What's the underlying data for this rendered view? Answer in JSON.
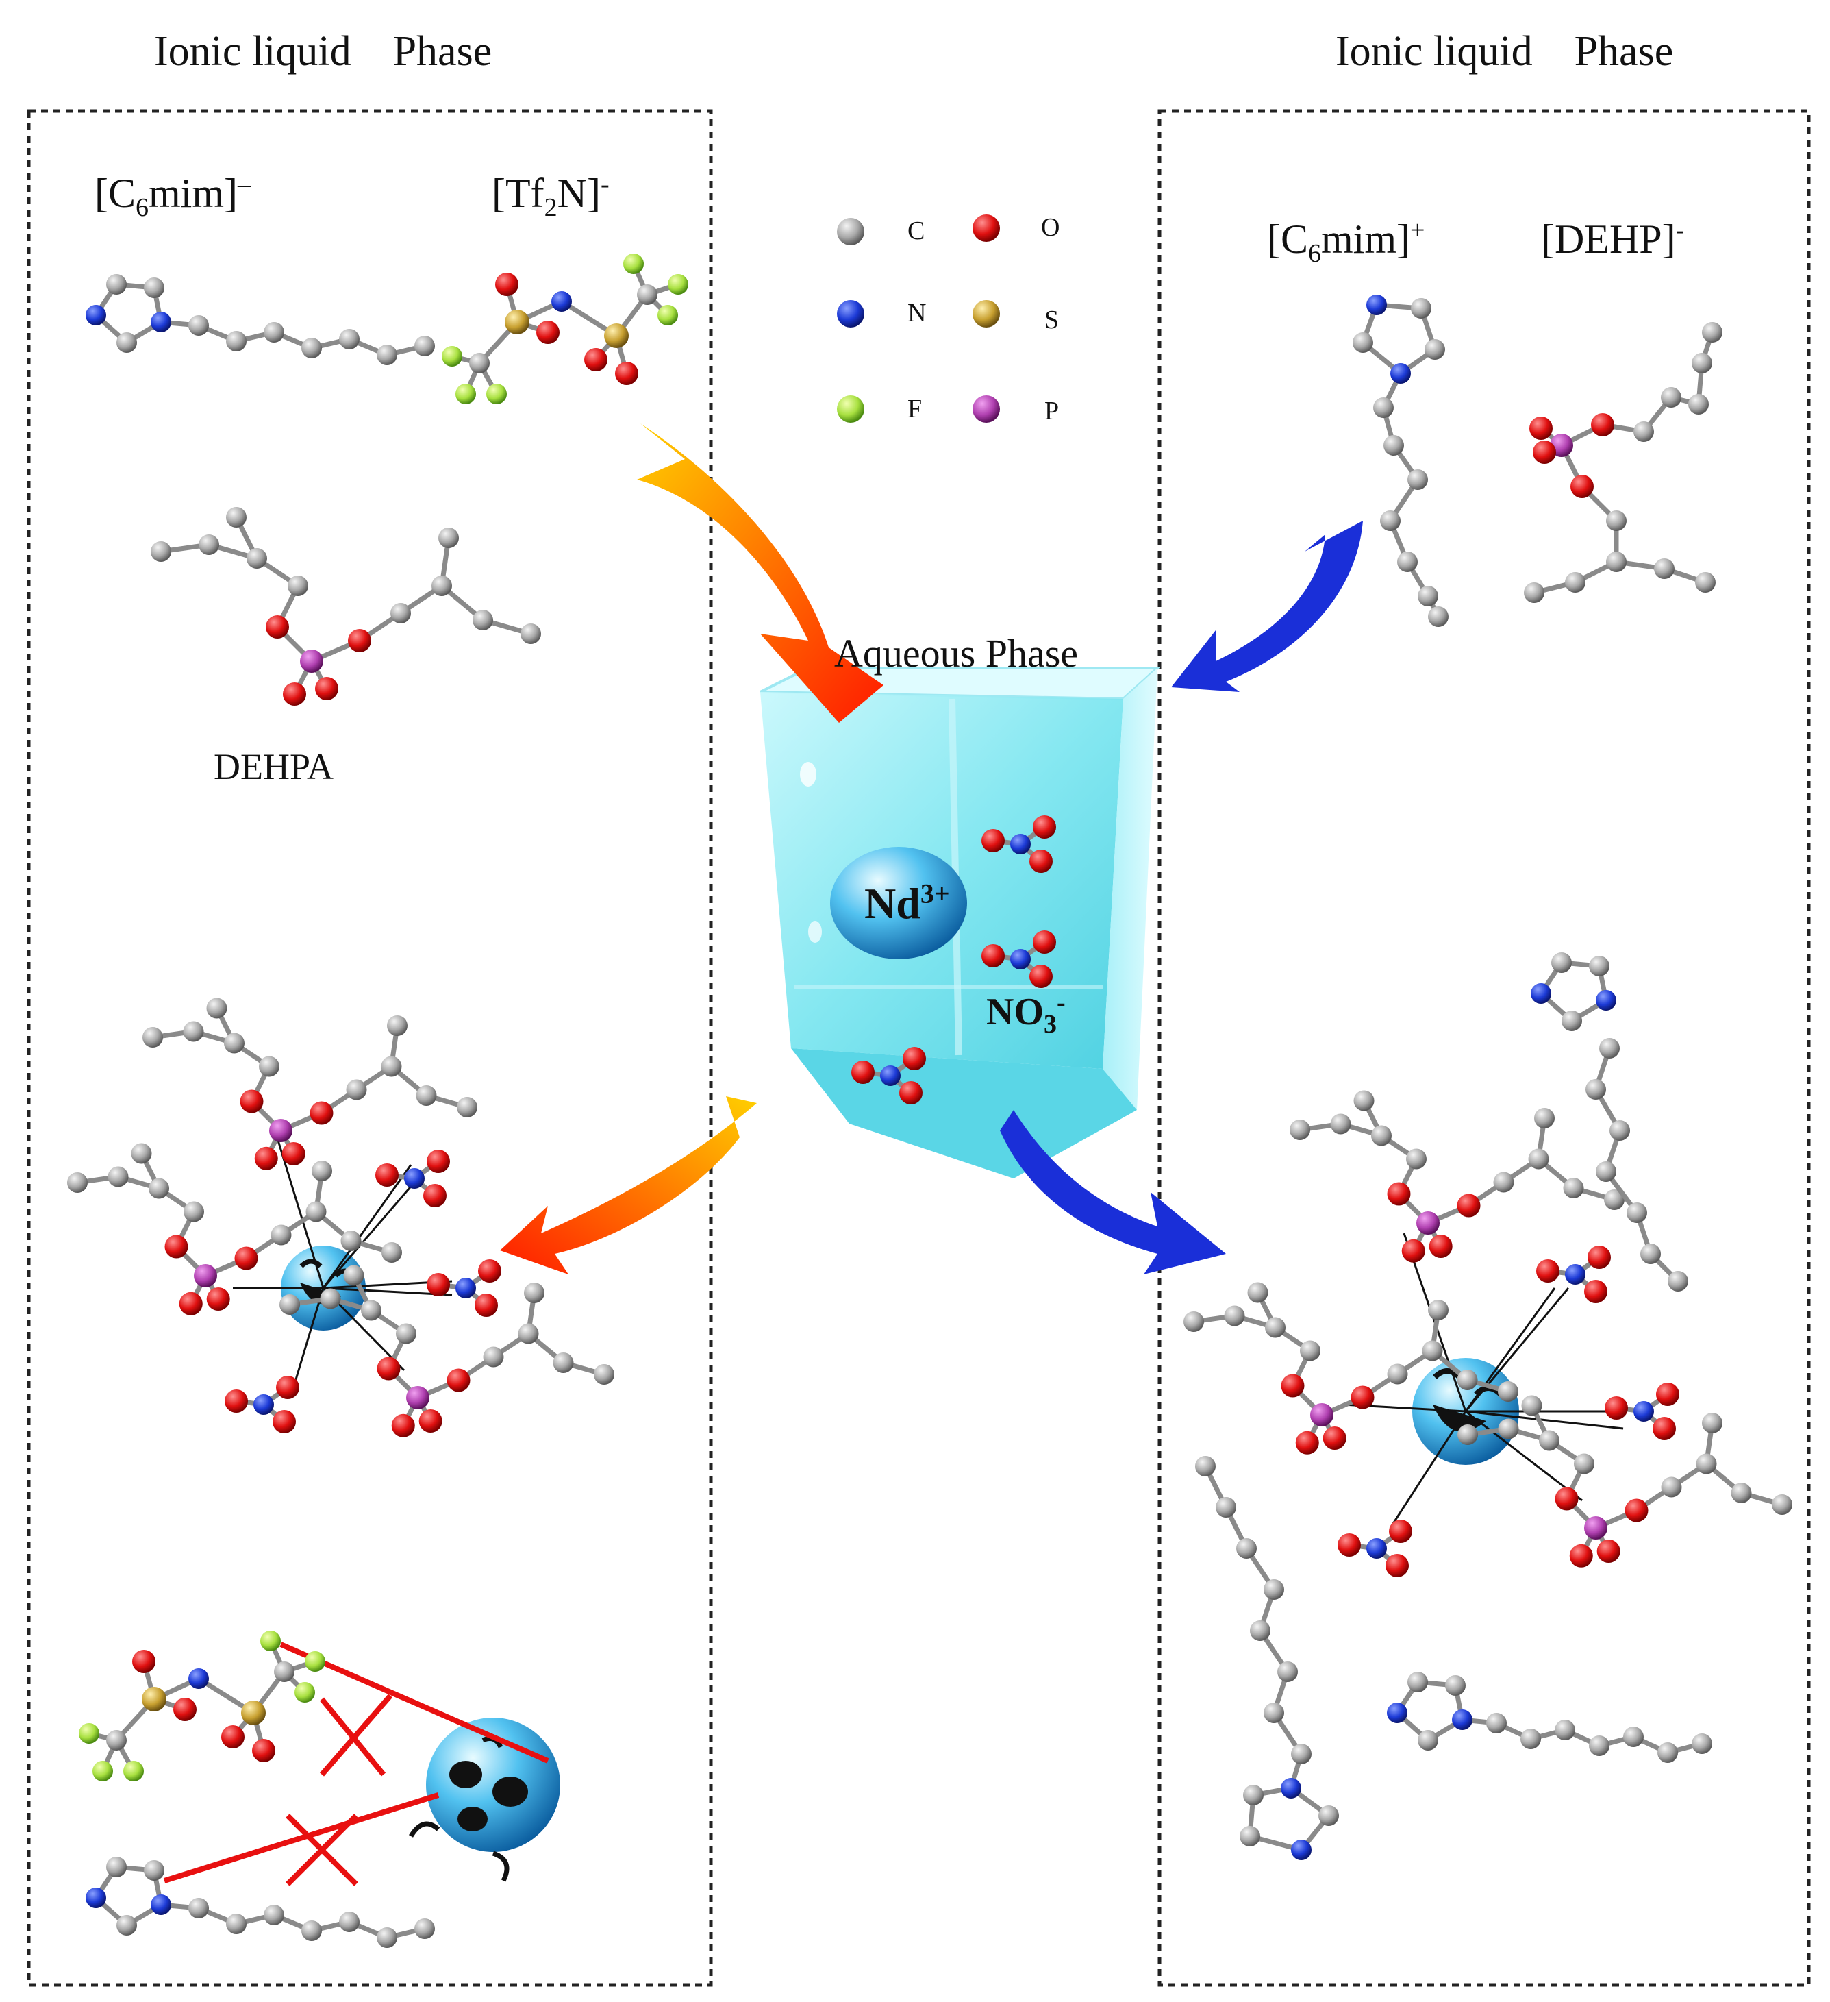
{
  "left_phase": {
    "title_a": "Ionic liquid",
    "title_b": "Phase",
    "cation": {
      "base": "[C",
      "sub": "6",
      "rest": "mim]",
      "charge": "–"
    },
    "anion": {
      "base": "[Tf",
      "sub": "2",
      "rest": "N]",
      "charge": "-"
    },
    "extractant": "DEHPA"
  },
  "right_phase": {
    "title_a": "Ionic liquid",
    "title_b": "Phase",
    "cation": {
      "base": "[C",
      "sub": "6",
      "rest": "mim]",
      "charge": "+"
    },
    "anion": {
      "base": "[DEHP]",
      "charge": "-"
    }
  },
  "legend": [
    {
      "symbol": "C",
      "color": "#a8a8a8"
    },
    {
      "symbol": "O",
      "color": "#e01010"
    },
    {
      "symbol": "N",
      "color": "#1c3ad6"
    },
    {
      "symbol": "S",
      "color": "#c8a030"
    },
    {
      "symbol": "F",
      "color": "#a8e040"
    },
    {
      "symbol": "P",
      "color": "#b040b0"
    }
  ],
  "aqueous": {
    "title": "Aqueous Phase",
    "ion": {
      "base": "Nd",
      "charge": "3+"
    },
    "nitrate": {
      "base": "NO",
      "sub": "3",
      "charge": "-"
    }
  },
  "colors": {
    "carbon": "#a8a8a8",
    "oxygen": "#e01010",
    "nitrogen": "#1c3ad6",
    "sulfur": "#c8a030",
    "fluorine": "#a8e040",
    "phosphorus": "#b040b0",
    "warm_arrow_start": "#ffd000",
    "warm_arrow_end": "#ff1a00",
    "cool_arrow": "#1a2fd8",
    "cross": "#e81010",
    "ice": "#7ee6f0"
  }
}
